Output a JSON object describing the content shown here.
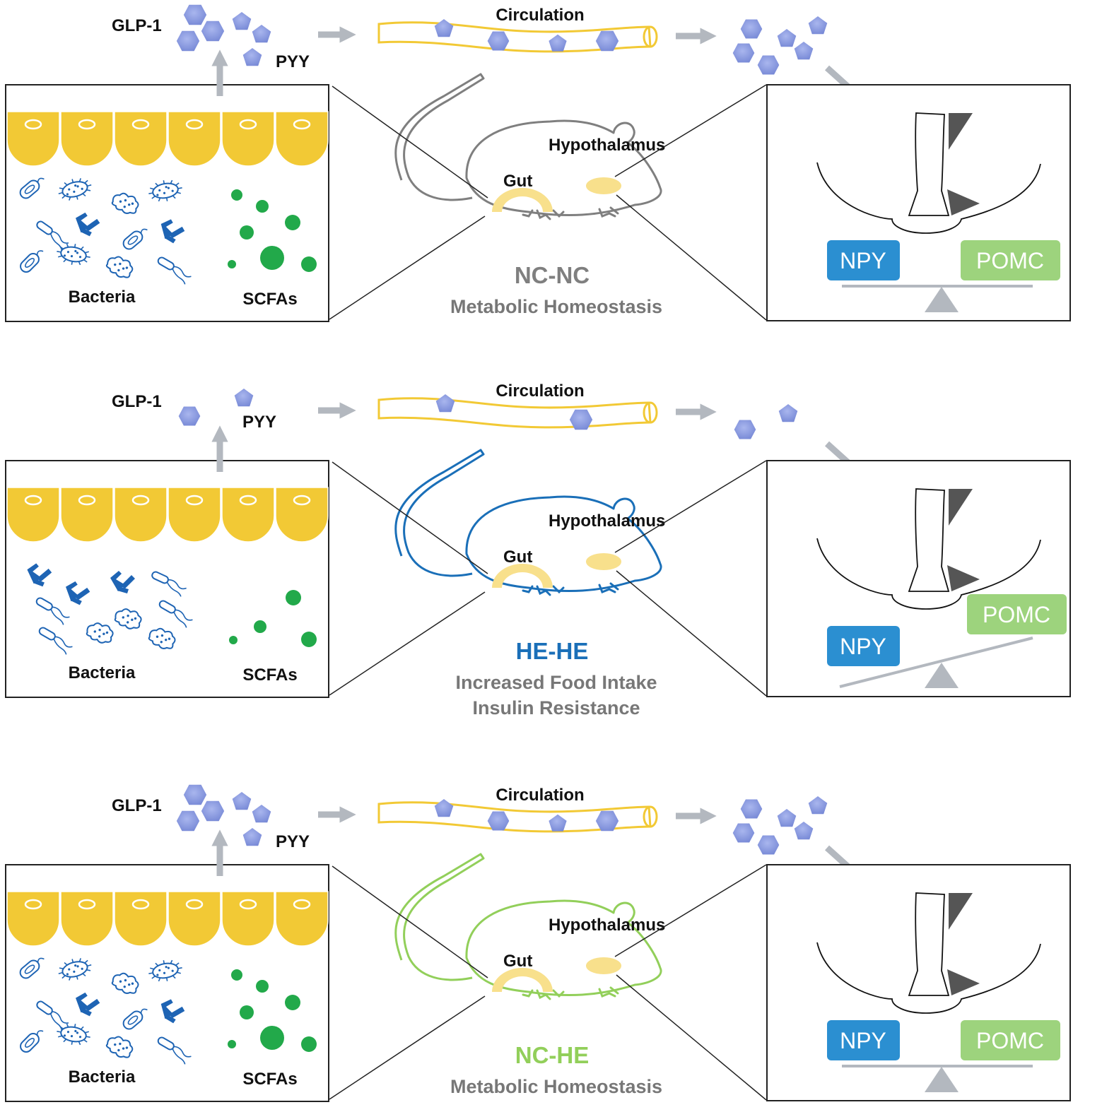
{
  "labels": {
    "glp1": "GLP-1",
    "pyy": "PYY",
    "circulation": "Circulation",
    "hypothalamus": "Hypothalamus",
    "gut": "Gut",
    "bacteria": "Bacteria",
    "scfas": "SCFAs",
    "npy": "NPY",
    "pomc": "POMC"
  },
  "colors": {
    "epithelium": "#f2c935",
    "gut_organ": "#f8e08c",
    "hormone": "#8a9bdc",
    "arrow": "#b3b8bf",
    "bacteria": "#1e64b4",
    "scfa": "#22a94a",
    "npy_box": "#2b8fd1",
    "pomc_box": "#9dd37d",
    "panel_border": "#222222"
  },
  "panels": [
    {
      "id": "nc-nc",
      "group": "NC-NC",
      "mouse_color": "#7f7f7f",
      "outcomes": [
        "Metabolic Homeostasis"
      ],
      "balance": "balanced",
      "hormone_level": "high",
      "scfa_level": "high",
      "bacteria_mix": "diverse"
    },
    {
      "id": "he-he",
      "group": "HE-HE",
      "mouse_color": "#1a6fb8",
      "outcomes": [
        "Increased Food Intake",
        "Insulin Resistance"
      ],
      "balance": "tilted-toward-npy",
      "hormone_level": "low",
      "scfa_level": "low",
      "bacteria_mix": "altered"
    },
    {
      "id": "nc-he",
      "group": "NC-HE",
      "mouse_color": "#92cf5a",
      "outcomes": [
        "Metabolic Homeostasis"
      ],
      "balance": "balanced",
      "hormone_level": "high",
      "scfa_level": "high",
      "bacteria_mix": "diverse"
    }
  ]
}
